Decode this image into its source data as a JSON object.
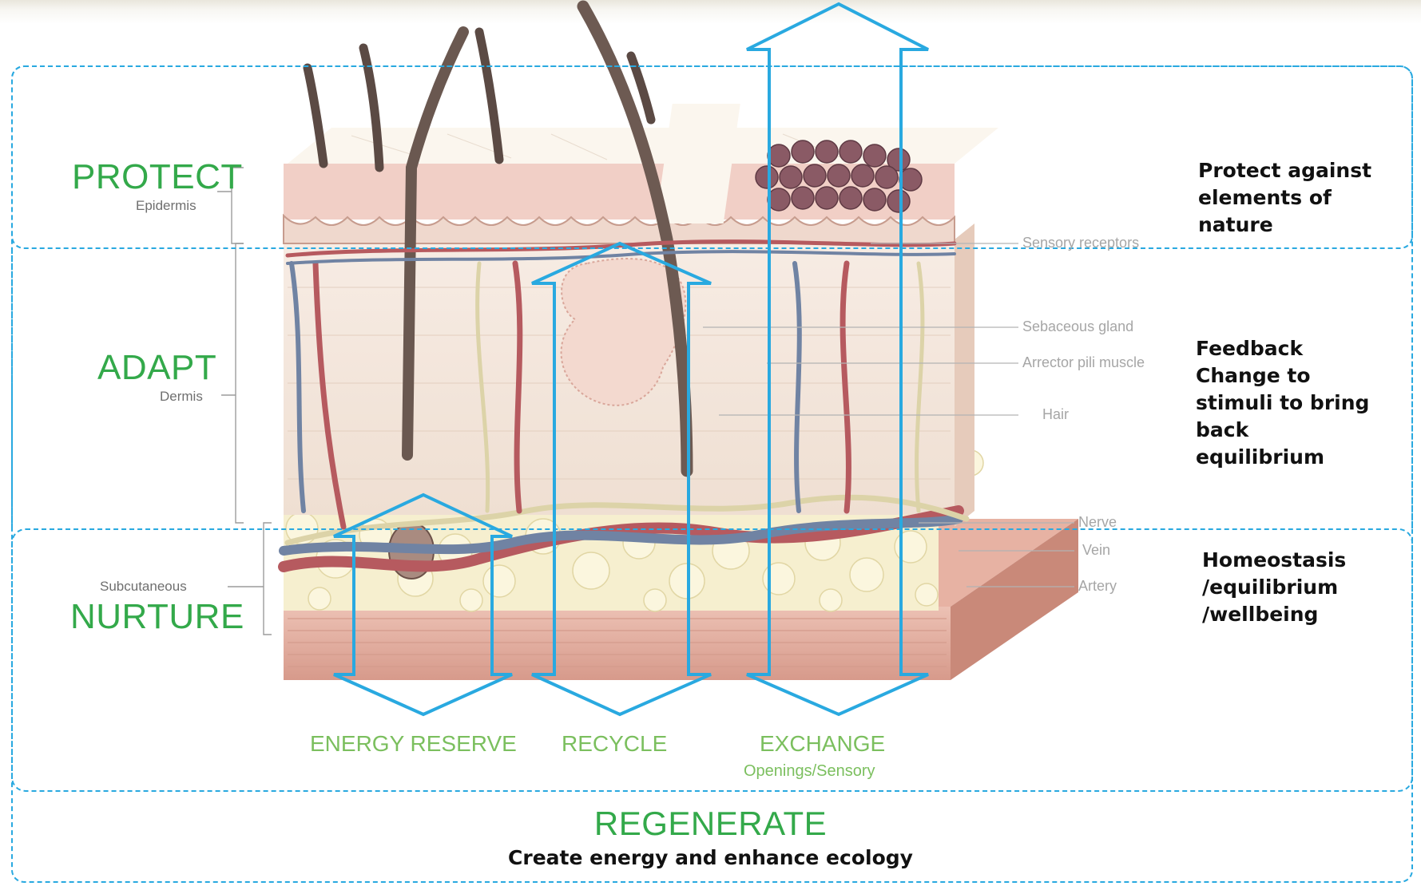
{
  "layers": {
    "protect": {
      "title": "PROTECT",
      "sublabel": "Epidermis",
      "note": "Protect against\nelements of\nnature"
    },
    "adapt": {
      "title": "ADAPT",
      "sublabel": "Dermis",
      "note": "Feedback\nChange to\nstimuli to bring\nback\nequilibrium"
    },
    "nurture": {
      "title": "NURTURE",
      "sublabel": "Subcutaneous",
      "note": "Homeostasis\n/equilibrium\n/wellbeing"
    }
  },
  "anatomy_labels": [
    "Sensory receptors",
    "Sebaceous gland",
    "Arrector pili muscle",
    "Hair",
    "Nerve",
    "Vein",
    "Artery"
  ],
  "flows": [
    {
      "label": "ENERGY RESERVE"
    },
    {
      "label": "RECYCLE"
    },
    {
      "label": "EXCHANGE",
      "sub": "Openings/Sensory"
    }
  ],
  "footer": {
    "title": "REGENERATE",
    "description": "Create energy and enhance ecology"
  },
  "colors": {
    "accent_blue": "#29a9e0",
    "title_green": "#33a94a",
    "flow_green": "#7bbf5e",
    "label_grey": "#6f6f6f"
  }
}
